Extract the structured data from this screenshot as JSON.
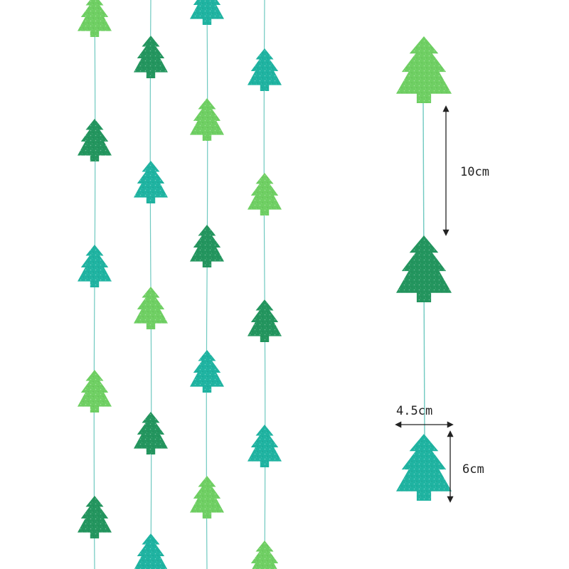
{
  "image": {
    "subject": "glitter-christmas-tree-garland-strings",
    "background": "#ffffff",
    "string_color": "#6fc9c0",
    "tree_colors": {
      "light_green": "#6fcf63",
      "dark_green": "#23955e",
      "teal": "#1fb3a1"
    },
    "icon": "christmas-tree-icon"
  },
  "dimensions": {
    "spacing": "10cm",
    "width": "4.5cm",
    "height": "6cm"
  }
}
